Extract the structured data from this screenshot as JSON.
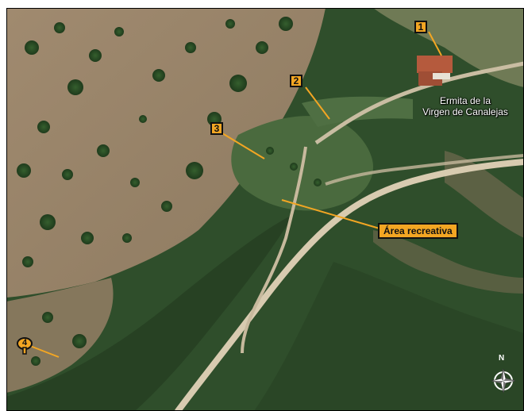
{
  "markers": [
    {
      "id": "1",
      "label": "1"
    },
    {
      "id": "2",
      "label": "2"
    },
    {
      "id": "3",
      "label": "3"
    },
    {
      "id": "4",
      "label": "4"
    }
  ],
  "places": {
    "ermita_line1": "Ermita de la",
    "ermita_line2": "Virgen de Canalejas",
    "area_recreativa": "Área recreativa"
  },
  "compass": {
    "north_label": "N",
    "icon": "compass-rose-icon"
  },
  "colors": {
    "marker_fill": "#f3a623",
    "marker_border": "#111111",
    "leader_line": "#f3a623",
    "frame": "#000000"
  }
}
